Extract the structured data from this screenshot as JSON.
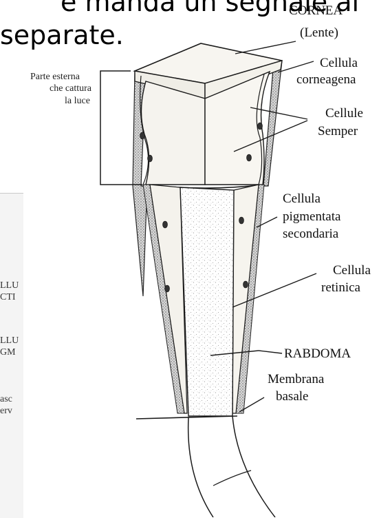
{
  "header": {
    "line1": "e manda un segnale al",
    "line2": "separate."
  },
  "labels": {
    "cornea": "CORNEA",
    "lente": "(Lente)",
    "corneagena_1": "Cellula",
    "corneagena_2": "corneagena",
    "semper_1": "Cellule",
    "semper_2": "Semper",
    "pigment_1": "Cellula",
    "pigment_2": "pigmentata",
    "pigment_3": "secondaria",
    "retinica_1": "Cellula",
    "retinica_2": "retinica",
    "rabdoma": "RABDOMA",
    "membrana_1": "Membrana",
    "membrana_2": "basale",
    "outer_1": "Parte esterna",
    "outer_2": "che cattura",
    "outer_3": "la luce"
  },
  "left_fragments": [
    "LLU",
    "CTI",
    "LLU",
    "GM",
    "asc",
    "erv"
  ],
  "colors": {
    "ink": "#1a1a1a",
    "shade": "#8a8a8a",
    "panel": "#f4f4f4"
  }
}
